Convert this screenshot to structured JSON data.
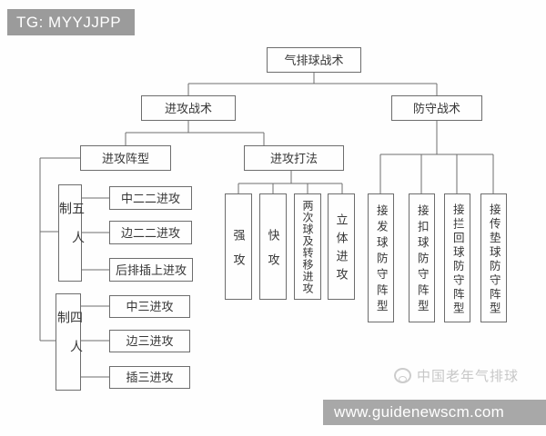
{
  "badge": {
    "text": "TG: MYYJJPP"
  },
  "diagram": {
    "title": "气排球战术",
    "offense": "进攻战术",
    "defense": "防守战术",
    "offense_formation": "进攻阵型",
    "offense_play": "进攻打法",
    "five_player": "五人制",
    "four_player": "四人制",
    "five_player_items": [
      "中二二进攻",
      "边二二进攻",
      "后排插上进攻"
    ],
    "four_player_items": [
      "中三进攻",
      "边三进攻",
      "插三进攻"
    ],
    "play_items": [
      "强攻",
      "快攻",
      "两次球及转移进攻",
      "立体进攻"
    ],
    "defense_items": [
      "接发球防守阵型",
      "接扣球防守阵型",
      "接拦回球防守阵型",
      "接传垫球防守阵型"
    ]
  },
  "logo": {
    "text": "中国老年气排球"
  },
  "footer": {
    "url": "www.guidenewscm.com"
  },
  "colors": {
    "badge_bg": "#9b9b9b",
    "footer_bg": "#a8a8a8",
    "line": "#6d6d6d",
    "text": "#373737",
    "watermark": "#c7c7c7"
  }
}
